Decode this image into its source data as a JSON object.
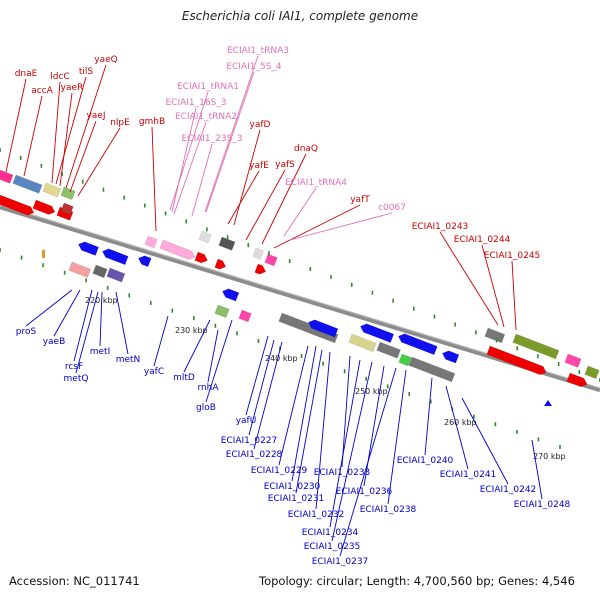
{
  "title": "Escherichia coli IAI1, complete genome",
  "footer": {
    "accession": "Accession: NC_011741",
    "summary": "Topology: circular; Length: 4,700,560 bp; Genes: 4,546"
  },
  "colors": {
    "cds_forward": "#ee0000",
    "cds_reverse": "#1010ee",
    "rna": "#f2a0d0",
    "rna_label": "#e070b8",
    "cds_label_top": "#cc0000",
    "cds_label_bottom": "#0000cc",
    "backbone": "#8c8c8c",
    "tick": "#2a8a2a",
    "ruler_label": "#222222"
  },
  "ruler": [
    "220 kbp",
    "230 kbp",
    "240 kbp",
    "250 kbp",
    "260 kbp",
    "270 kbp"
  ],
  "labels_top": [
    "dnaE",
    "accA",
    "ldcC",
    "tilS",
    "yaeR",
    "yaeQ",
    "yaeJ",
    "nlpE",
    "gmhB",
    "yafD",
    "yafE",
    "yafS",
    "dnaQ",
    "yafT",
    "ECIAI1_0243",
    "ECIAI1_0244",
    "ECIAI1_0245"
  ],
  "labels_rna": [
    "ECIAI1_tRNA3",
    "ECIAI1_5S_4",
    "ECIAI1_tRNA1",
    "ECIAI1_16S_3",
    "ECIAI1_tRNA2",
    "ECIAI1_23S_3",
    "ECIAI1_tRNA4",
    "c0067"
  ],
  "labels_bottom": [
    "proS",
    "yaeB",
    "rcsF",
    "metQ",
    "metI",
    "metN",
    "yafC",
    "mltD",
    "rnhA",
    "gloB",
    "yafU",
    "ECIAI1_0227",
    "ECIAI1_0228",
    "ECIAI1_0229",
    "ECIAI1_0230",
    "ECIAI1_0231",
    "ECIAI1_0232",
    "ECIAI1_0233",
    "ECIAI1_0234",
    "ECIAI1_0235",
    "ECIAI1_0236",
    "ECIAI1_0237",
    "ECIAI1_0238",
    "ECIAI1_0240",
    "ECIAI1_0241",
    "ECIAI1_0242",
    "ECIAI1_0248"
  ]
}
